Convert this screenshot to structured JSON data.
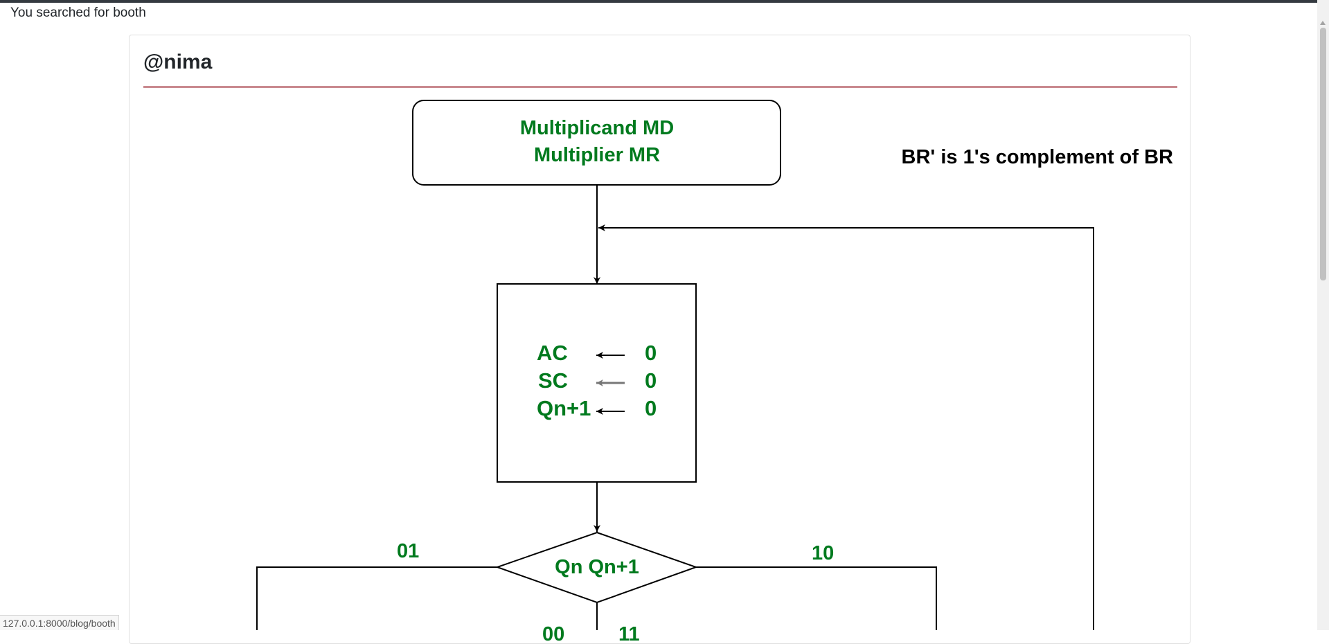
{
  "search": {
    "message": "You searched for booth"
  },
  "post": {
    "author": "@nima",
    "flowchart": {
      "start_line1": "Multiplicand MD",
      "start_line2": "Multiplier MR",
      "note": "BR' is 1's complement of BR",
      "init_ac": "AC",
      "init_sc": "SC",
      "init_qn1": "Qn+1",
      "init_val_ac": "0",
      "init_val_sc": "0",
      "init_val_qn1": "0",
      "decision": "Qn Qn+1",
      "branch_left": "01",
      "branch_right": "10",
      "branch_bottom_left": "00",
      "branch_bottom_right": "11"
    }
  },
  "status_bar": {
    "url": "127.0.0.1:8000/blog/booth"
  },
  "colors": {
    "label_green": "#007a1e",
    "rule": "#c9898f",
    "topbar": "#343a40"
  }
}
